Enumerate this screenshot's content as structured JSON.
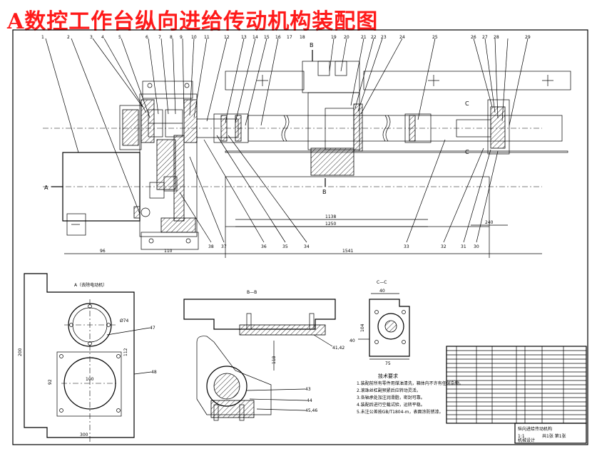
{
  "title": "A数控工作台纵向进给传动机构装配图",
  "views": {
    "view_a": "A（去除电动机）",
    "view_b": "B—B",
    "view_c": "C—C",
    "section_a": "A",
    "section_b": "B",
    "section_c": "C"
  },
  "dims": {
    "d_96": "96",
    "d_110": "110",
    "d_1541": "1541",
    "d_1138": "1138",
    "d_1250": "1250",
    "d_240": "240",
    "d_200v": "200",
    "d_300": "300",
    "d_112": "112",
    "d_100": "100",
    "d_92": "92",
    "d_phi74": "Ø74",
    "d_118": "118",
    "d_40": "40",
    "d_75": "75",
    "d_104": "104"
  },
  "callouts": {
    "top": [
      "1",
      "2",
      "3",
      "4",
      "5",
      "6",
      "7",
      "8",
      "9",
      "10",
      "11",
      "12",
      "13",
      "14",
      "15",
      "16",
      "17",
      "18",
      "19",
      "20",
      "21",
      "22",
      "23",
      "24",
      "25",
      "26",
      "27",
      "28",
      "29"
    ],
    "bottom": [
      "38",
      "37",
      "36",
      "35",
      "34",
      "33",
      "32",
      "31",
      "30"
    ],
    "side": [
      "47",
      "48",
      "40",
      "41,42",
      "43",
      "44",
      "45,46"
    ]
  },
  "notes": {
    "heading": "技术要求",
    "lines": [
      "1.装配前所有零件用煤油清洗，箱体内不许有任何杂物。",
      "2.滚珠丝杠副预紧后应转动灵活。",
      "3.各轴承处加注润滑脂，密封可靠。",
      "4.装配后进行空载试验，运转平稳。",
      "5.未注公差按GB/T1804-m，表面涂防锈漆。"
    ]
  },
  "title_block": {
    "drawing_name": "纵向进给传动机构",
    "scale": "1:1",
    "sheet": "共1张 第1张",
    "school": "机械设计"
  }
}
